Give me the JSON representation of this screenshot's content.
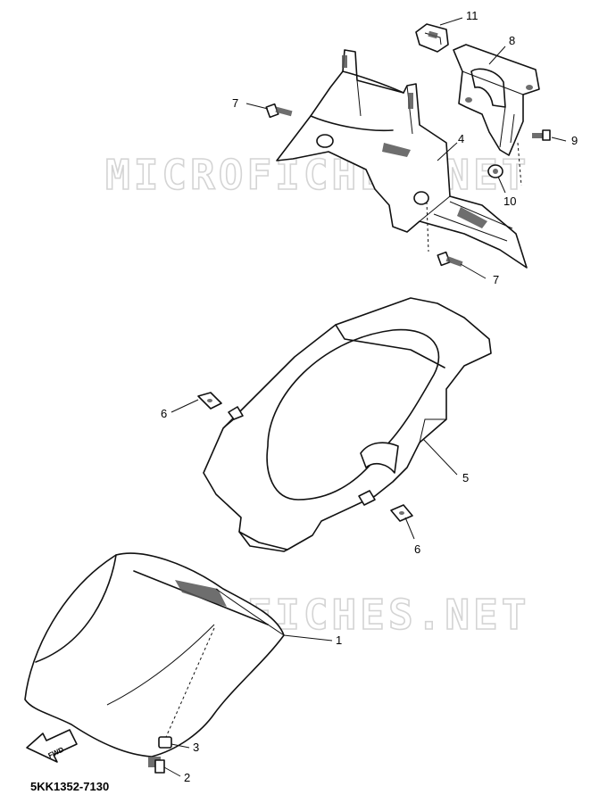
{
  "watermark": "MICROFICHES.NET",
  "reference_code": "5KK1352-7130",
  "fwd_label": "FWD",
  "callouts": {
    "c1": "1",
    "c2": "2",
    "c3": "3",
    "c4": "4",
    "c5": "5",
    "c6a": "6",
    "c6b": "6",
    "c7a": "7",
    "c7b": "7",
    "c8": "8",
    "c9": "9",
    "c10": "10",
    "c11": "11"
  }
}
